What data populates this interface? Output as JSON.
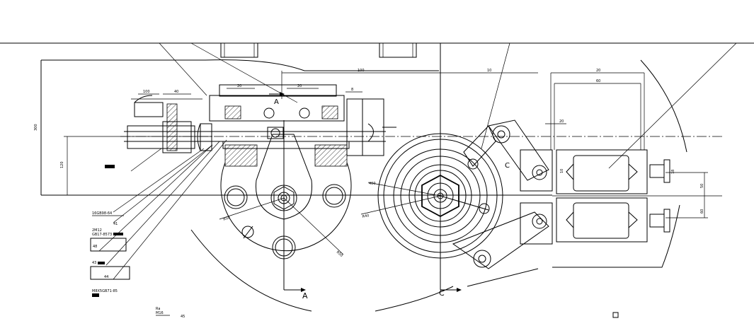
{
  "section_marks": {
    "a": "A",
    "c": "C"
  },
  "dims": {
    "d1": "100",
    "d2": "40",
    "d3": "20",
    "d4": "20",
    "d5": "8",
    "d6": "100",
    "d7": "10",
    "d8": "20",
    "d9": "60",
    "d10": "20",
    "d11": "10",
    "d12": "18",
    "d13": "50",
    "d14": "60",
    "r1": "R50",
    "r2": "R50",
    "r3": "400",
    "r4": "R40"
  },
  "callouts": {
    "c1": "16GB98-64",
    "c2": "41",
    "c3": "2M12",
    "c4": "GB17-8573",
    "c5": "48",
    "c6": "43",
    "c7": "44",
    "c8": "M8X5GB71-85"
  },
  "bottom": {
    "b1": "Ra",
    "b2": "M16",
    "b3": "45"
  }
}
